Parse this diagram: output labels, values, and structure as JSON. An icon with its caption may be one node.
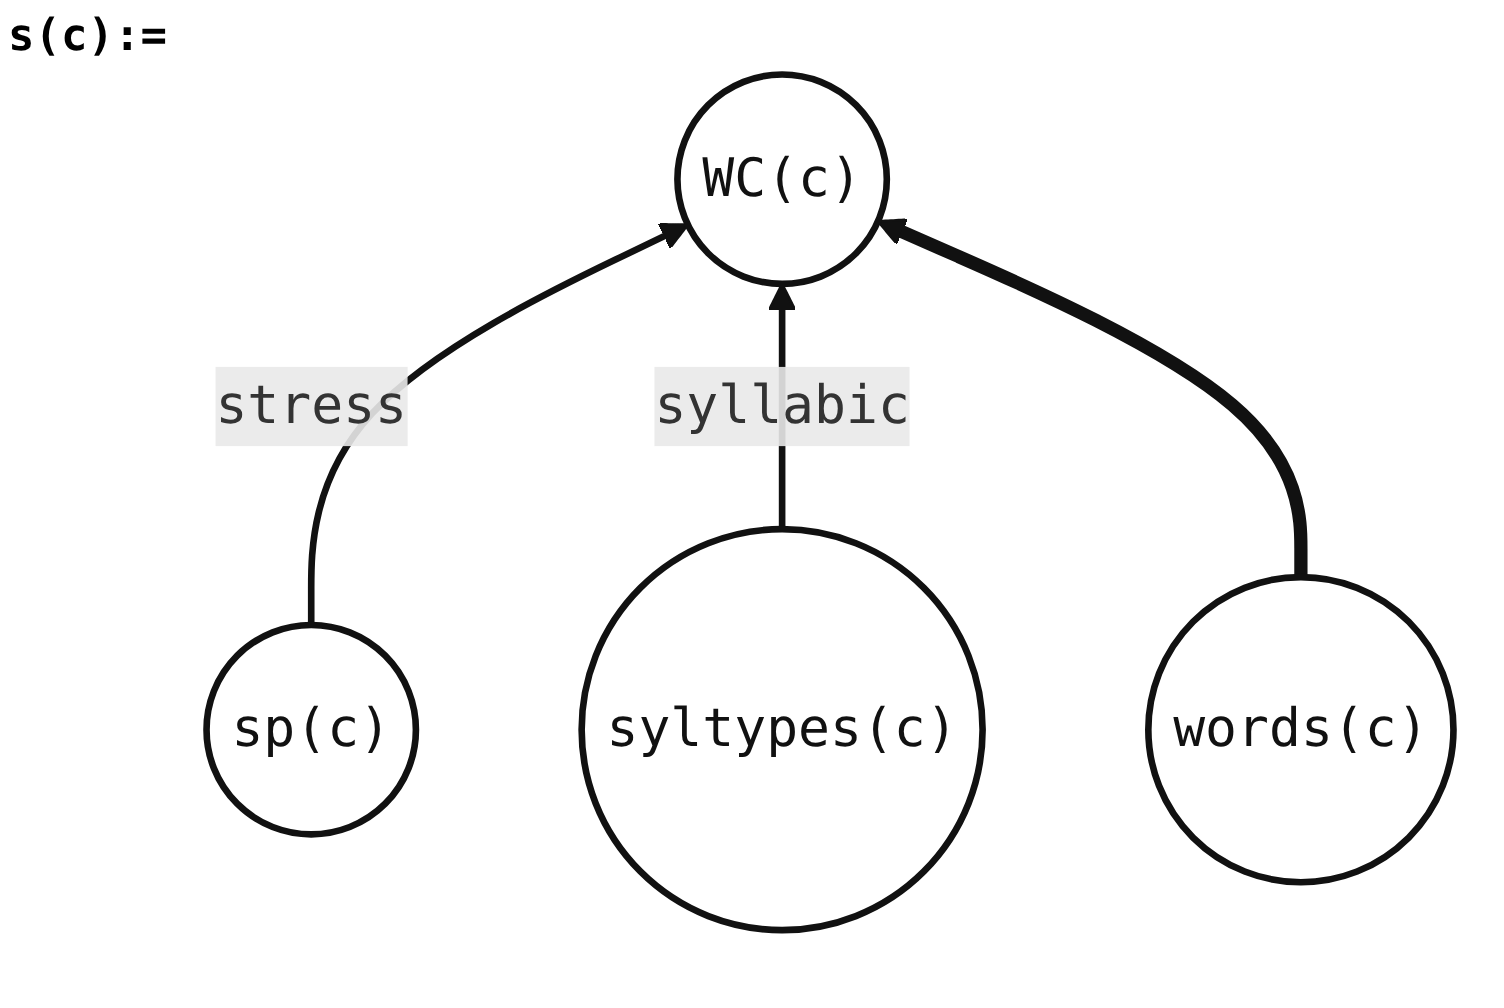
{
  "diagram": {
    "nodes": [
      {
        "text": [
          "WC(c)"
        ]
      },
      {
        "text": [
          "sp(c)"
        ]
      },
      {
        "text": [
          "syltypes(c)"
        ]
      },
      {
        "text": [
          "words(c)"
        ]
      }
    ],
    "edges": [
      {
        "from": 1,
        "to": 0,
        "arrow": "to",
        "label": "stress"
      },
      {
        "from": 2,
        "to": 0,
        "arrow": "to",
        "label": "syllabic"
      },
      {
        "from": 3,
        "to": 0,
        "arrow": "to",
        "style": "thick"
      }
    ],
    "labels": [
      "s(c):="
    ]
  }
}
